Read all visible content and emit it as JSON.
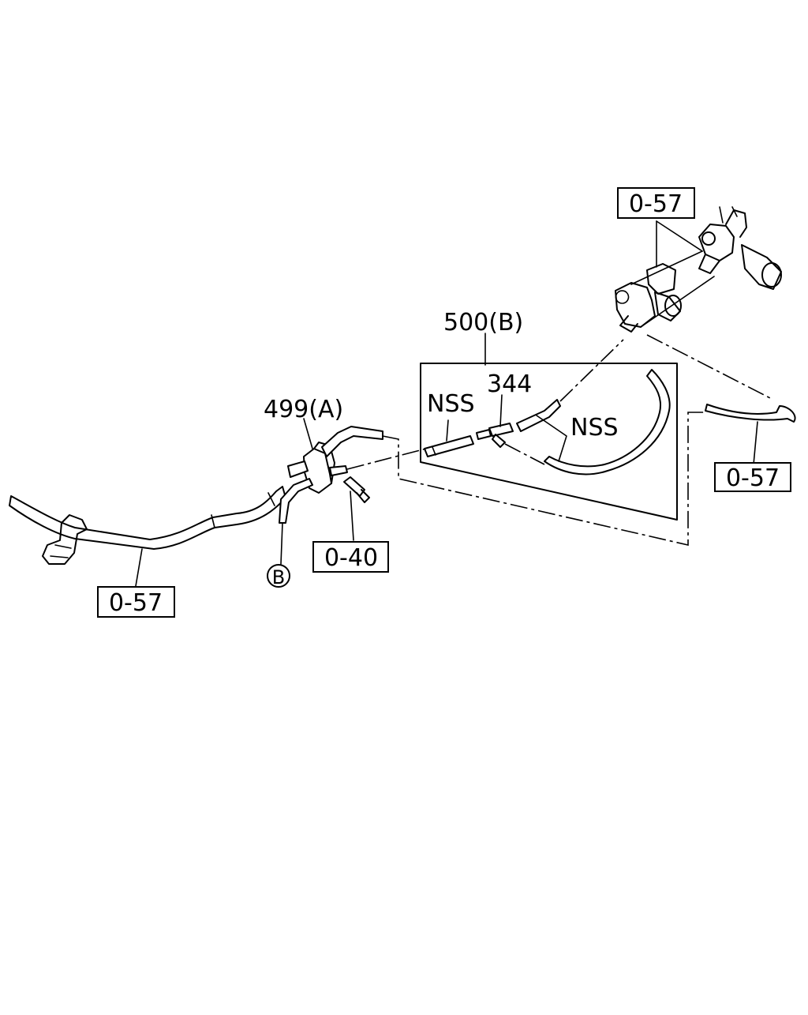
{
  "labels": {
    "callout_500b": "500(B)",
    "callout_499a": "499(A)",
    "callout_344": "344",
    "callout_nss_left": "NSS",
    "callout_nss_right": "NSS",
    "marker_b": "B"
  },
  "refs": {
    "ref_top": "0-57",
    "ref_right": "0-57",
    "ref_bolt": "0-40",
    "ref_bottom_left": "0-57"
  }
}
